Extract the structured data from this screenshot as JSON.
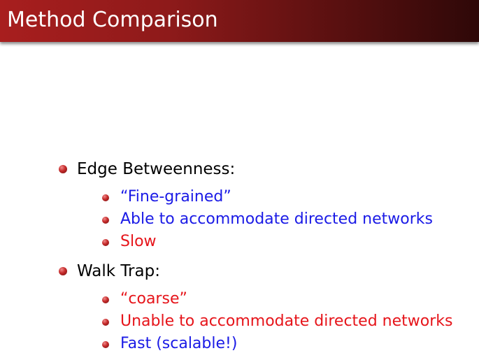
{
  "slide": {
    "title": "Method Comparison",
    "accent_color": "#a81e1e"
  },
  "bullets": [
    {
      "label": "Edge Betweenness:",
      "subitems": [
        {
          "text": "“Fine-grained”",
          "color": "#1a1ae6"
        },
        {
          "text": "Able to accommodate directed networks",
          "color": "#1a1ae6"
        },
        {
          "text": "Slow",
          "color": "#e6141a"
        }
      ]
    },
    {
      "label": "Walk Trap:",
      "subitems": [
        {
          "text": "“coarse”",
          "color": "#e6141a"
        },
        {
          "text": "Unable to accommodate directed networks",
          "color": "#e6141a"
        },
        {
          "text": "Fast (scalable!)",
          "color": "#1a1ae6"
        }
      ]
    }
  ]
}
